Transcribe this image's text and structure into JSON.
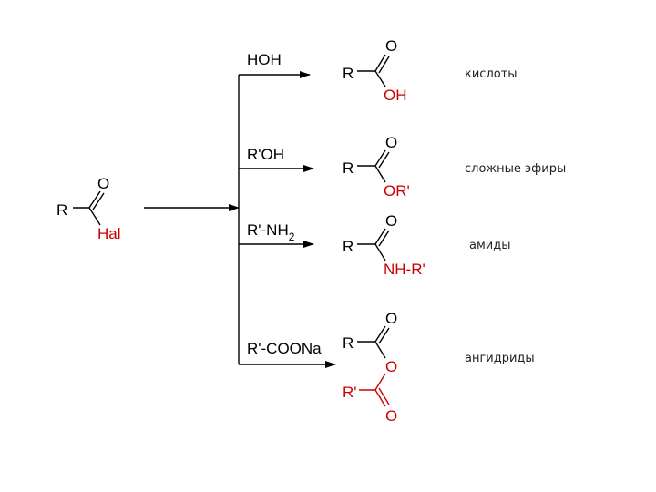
{
  "colors": {
    "black": "#000000",
    "red": "#cc0000"
  },
  "reactant": {
    "r": "R",
    "o": "O",
    "hal": "Hal"
  },
  "rows": [
    {
      "reagent": "HOH",
      "r": "R",
      "o": "O",
      "sub": "OH",
      "label": "кислоты"
    },
    {
      "reagent": "R'OH",
      "r": "R",
      "o": "O",
      "sub": "OR'",
      "label": "сложные эфиры"
    },
    {
      "reagent_main": "R'-NH",
      "reagent_sub": "2",
      "r": "R",
      "o": "O",
      "sub": "NH-R'",
      "label": "амиды"
    },
    {
      "reagent": "R'-COONa",
      "r": "R",
      "o": "O",
      "o_bridge": "O",
      "r2": "R'",
      "o2": "O",
      "label": "ангидриды"
    }
  ]
}
